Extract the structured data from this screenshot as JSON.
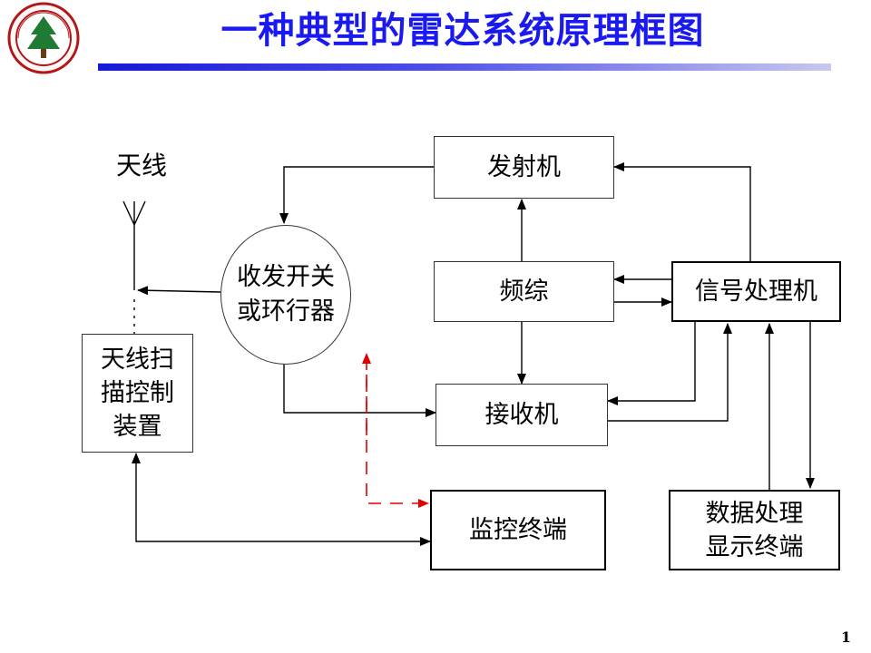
{
  "header": {
    "title": "一种典型的雷达系统原理框图",
    "page_number": "1"
  },
  "colors": {
    "title": "#1a1af0",
    "rule": "#1818d8",
    "dashed_arrow": "#e00000",
    "logo_ring": "#b01818"
  },
  "diagram": {
    "antenna_label": "天线",
    "blocks": {
      "transmitter": "发射机",
      "synthesizer": "频综",
      "signal_processor": "信号处理机",
      "receiver": "接收机",
      "monitor_terminal": "监控终端",
      "data_display": "数据处理\n显示终端",
      "antenna_scan": "天线扫\n描控制\n装置",
      "duplexer": "收发开关\n或环行器"
    }
  }
}
